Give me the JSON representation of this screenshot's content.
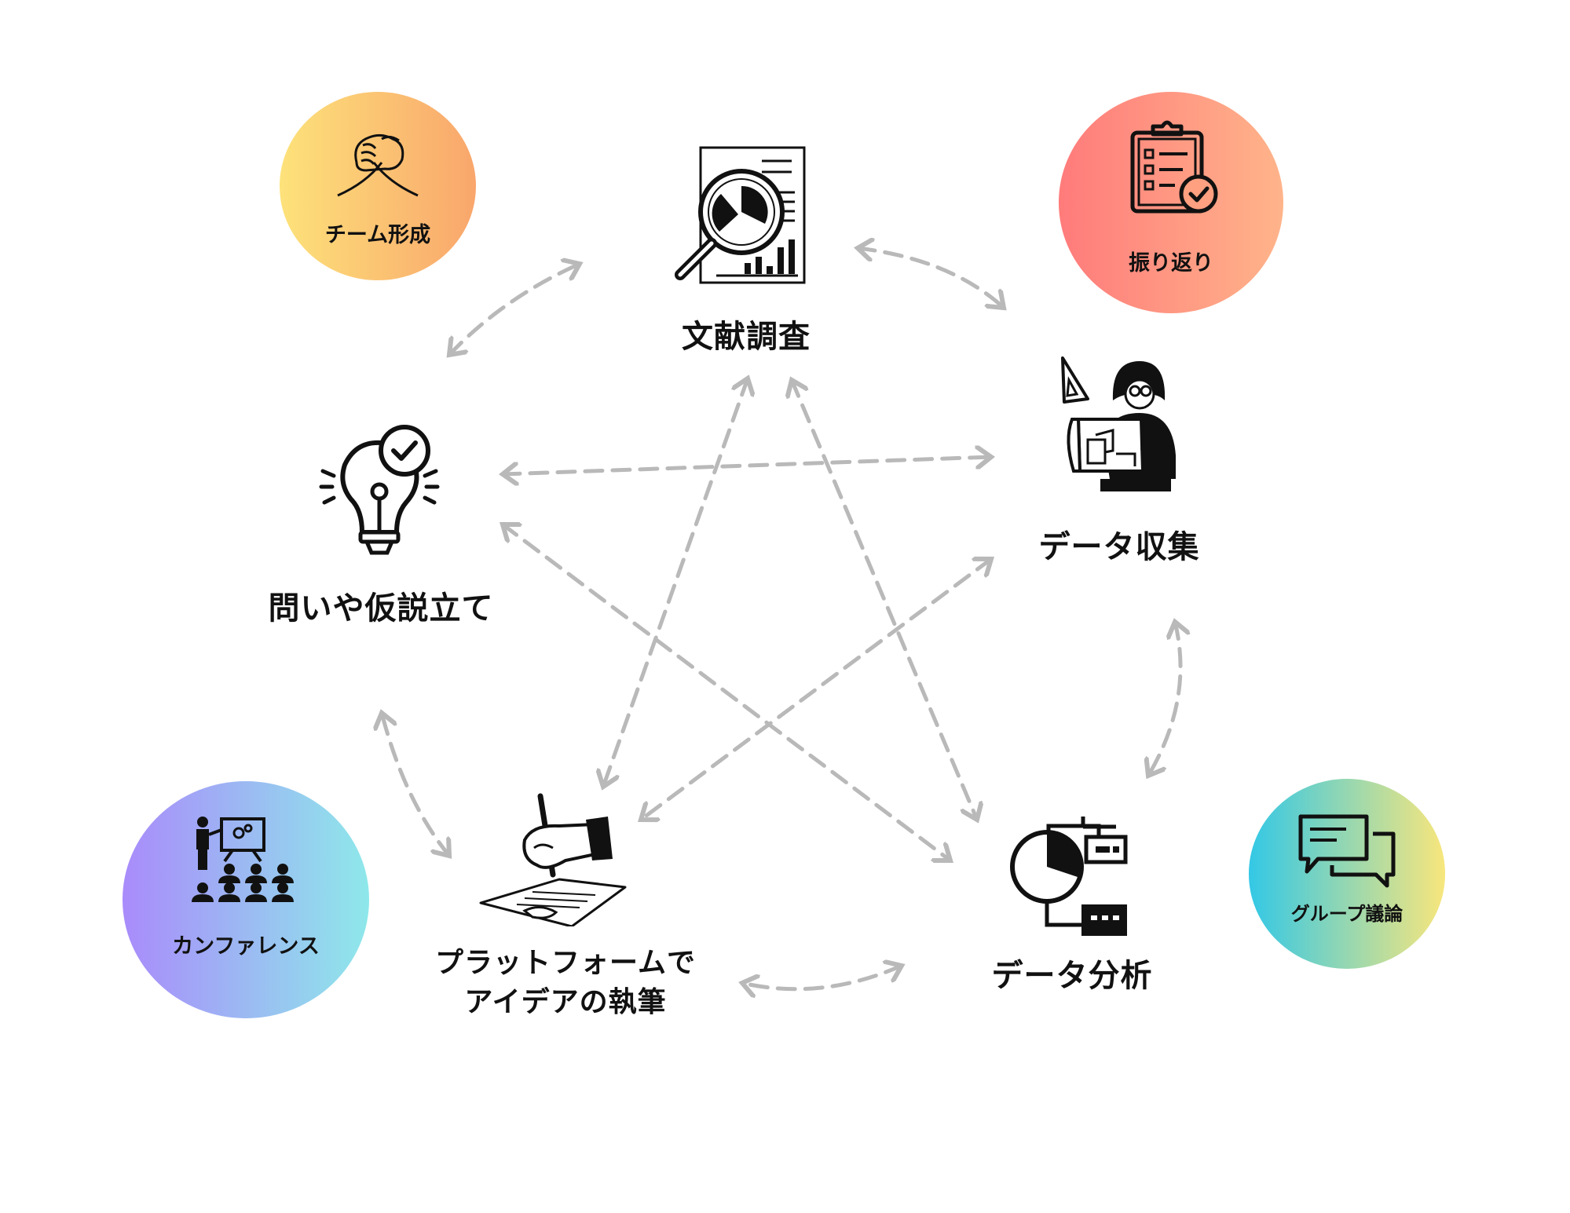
{
  "nodes": {
    "literature": "文献調査",
    "data_collection": "データ収集",
    "data_analysis": "データ分析",
    "writing_line1": "プラットフォームで",
    "writing_line2": "アイデアの執筆",
    "hypothesis": "問いや仮説立て"
  },
  "activities": {
    "team": "チーム形成",
    "reflection": "振り返り",
    "group": "グループ議論",
    "conference": "カンファレンス"
  },
  "colors": {
    "arrow": "#b9b9b9",
    "team_gradient": [
      "#fde27a",
      "#f9a66c"
    ],
    "reflection_gradient": [
      "#ff7b7b",
      "#ffb48a"
    ],
    "group_gradient": [
      "#33c8e6",
      "#f8e67c"
    ],
    "conference_gradient": [
      "#a98bfb",
      "#8ee8ea"
    ]
  },
  "icons": {
    "literature": "document-magnifier-icon",
    "data_collection": "person-with-blueprint-icon",
    "data_analysis": "pie-chart-dashboard-icon",
    "writing": "hand-writing-icon",
    "hypothesis": "lightbulb-check-icon",
    "team": "handshake-icon",
    "reflection": "clipboard-check-icon",
    "group": "chat-bubbles-icon",
    "conference": "presentation-audience-icon"
  }
}
